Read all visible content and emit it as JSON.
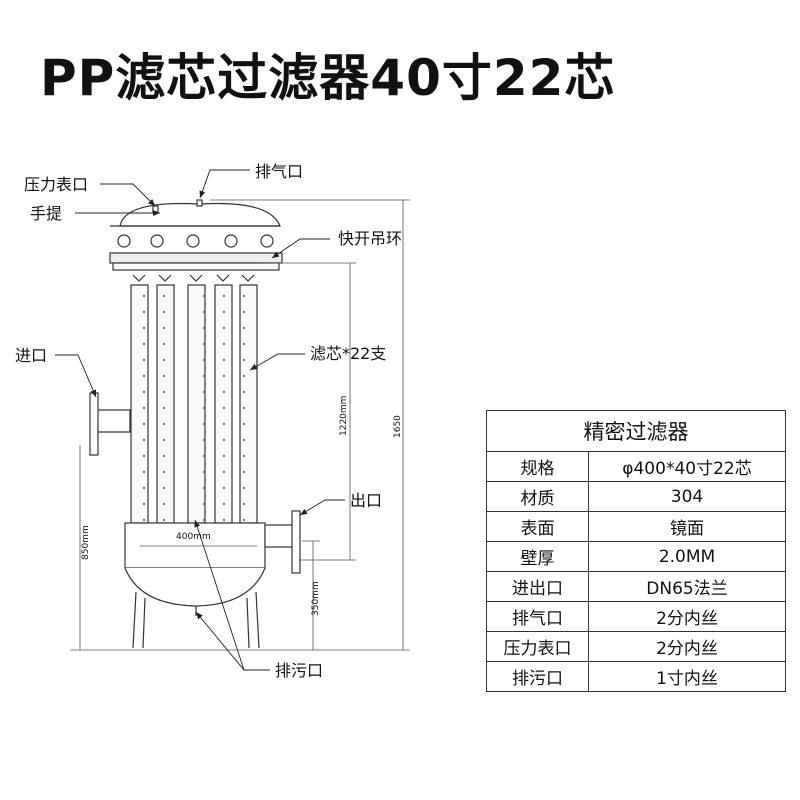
{
  "title": "PP滤芯过滤器40寸22芯",
  "callouts": {
    "pressure_gauge_port": "压力表口",
    "vent_port": "排气口",
    "handle": "手提",
    "quick_lift_ring": "快开吊环",
    "inlet": "进口",
    "filter_element": "滤芯*22支",
    "outlet": "出口",
    "drain_port": "排污口"
  },
  "dimensions": {
    "total_height": "1650",
    "element_height": "1220mm",
    "width": "400mm",
    "inlet_height": "850mm",
    "outlet_height": "350mm"
  },
  "spec_table": {
    "title": "精密过滤器",
    "rows": [
      {
        "label": "规格",
        "value": "φ400*40寸22芯"
      },
      {
        "label": "材质",
        "value": "304"
      },
      {
        "label": "表面",
        "value": "镜面"
      },
      {
        "label": "壁厚",
        "value": "2.0MM"
      },
      {
        "label": "进出口",
        "value": "DN65法兰"
      },
      {
        "label": "排气口",
        "value": "2分内丝"
      },
      {
        "label": "压力表口",
        "value": "2分内丝"
      },
      {
        "label": "排污口",
        "value": "1寸内丝"
      }
    ]
  }
}
